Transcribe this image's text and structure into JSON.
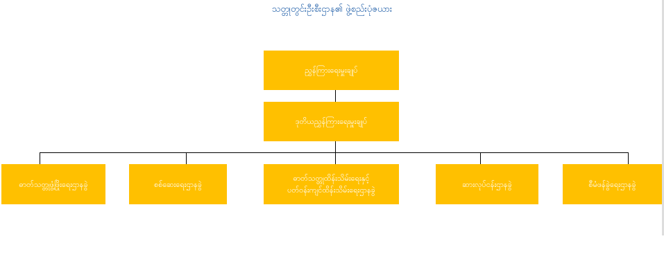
{
  "title": "သတ္တုတွင်းဦးစီးဌာန၏ ဖွဲ့စည်းပုံဇယား",
  "nodes": {
    "top": "ညွှန်ကြားရေးမှူးချုပ်",
    "deputy": "ဒုတိယညွှန်ကြားရေးမှူးချုပ်",
    "dept_1": "ဓာတ်သတ္တုဖွံ့ဖြိုးရေးဌာနခွဲ",
    "dept_2": "စစ်ဆေးရေးဌာနခွဲ",
    "dept_3_line1": "ဓာတ်သတ္တုထိန်းသိမ်းရေးနှင့်",
    "dept_3_line2": "ပတ်ဝန်းကျင်ထိန်းသိမ်းရေးဌာနခွဲ",
    "dept_4": "ဆားလုပ်ငန်းဌာနခွဲ",
    "dept_5": "စီမံဖန်ခွဲရေးဌာနခွဲ"
  },
  "colors": {
    "box_fill": "#ffc000",
    "box_text": "#ffffff",
    "title_text": "#1f5ea8",
    "connector": "#000000"
  }
}
